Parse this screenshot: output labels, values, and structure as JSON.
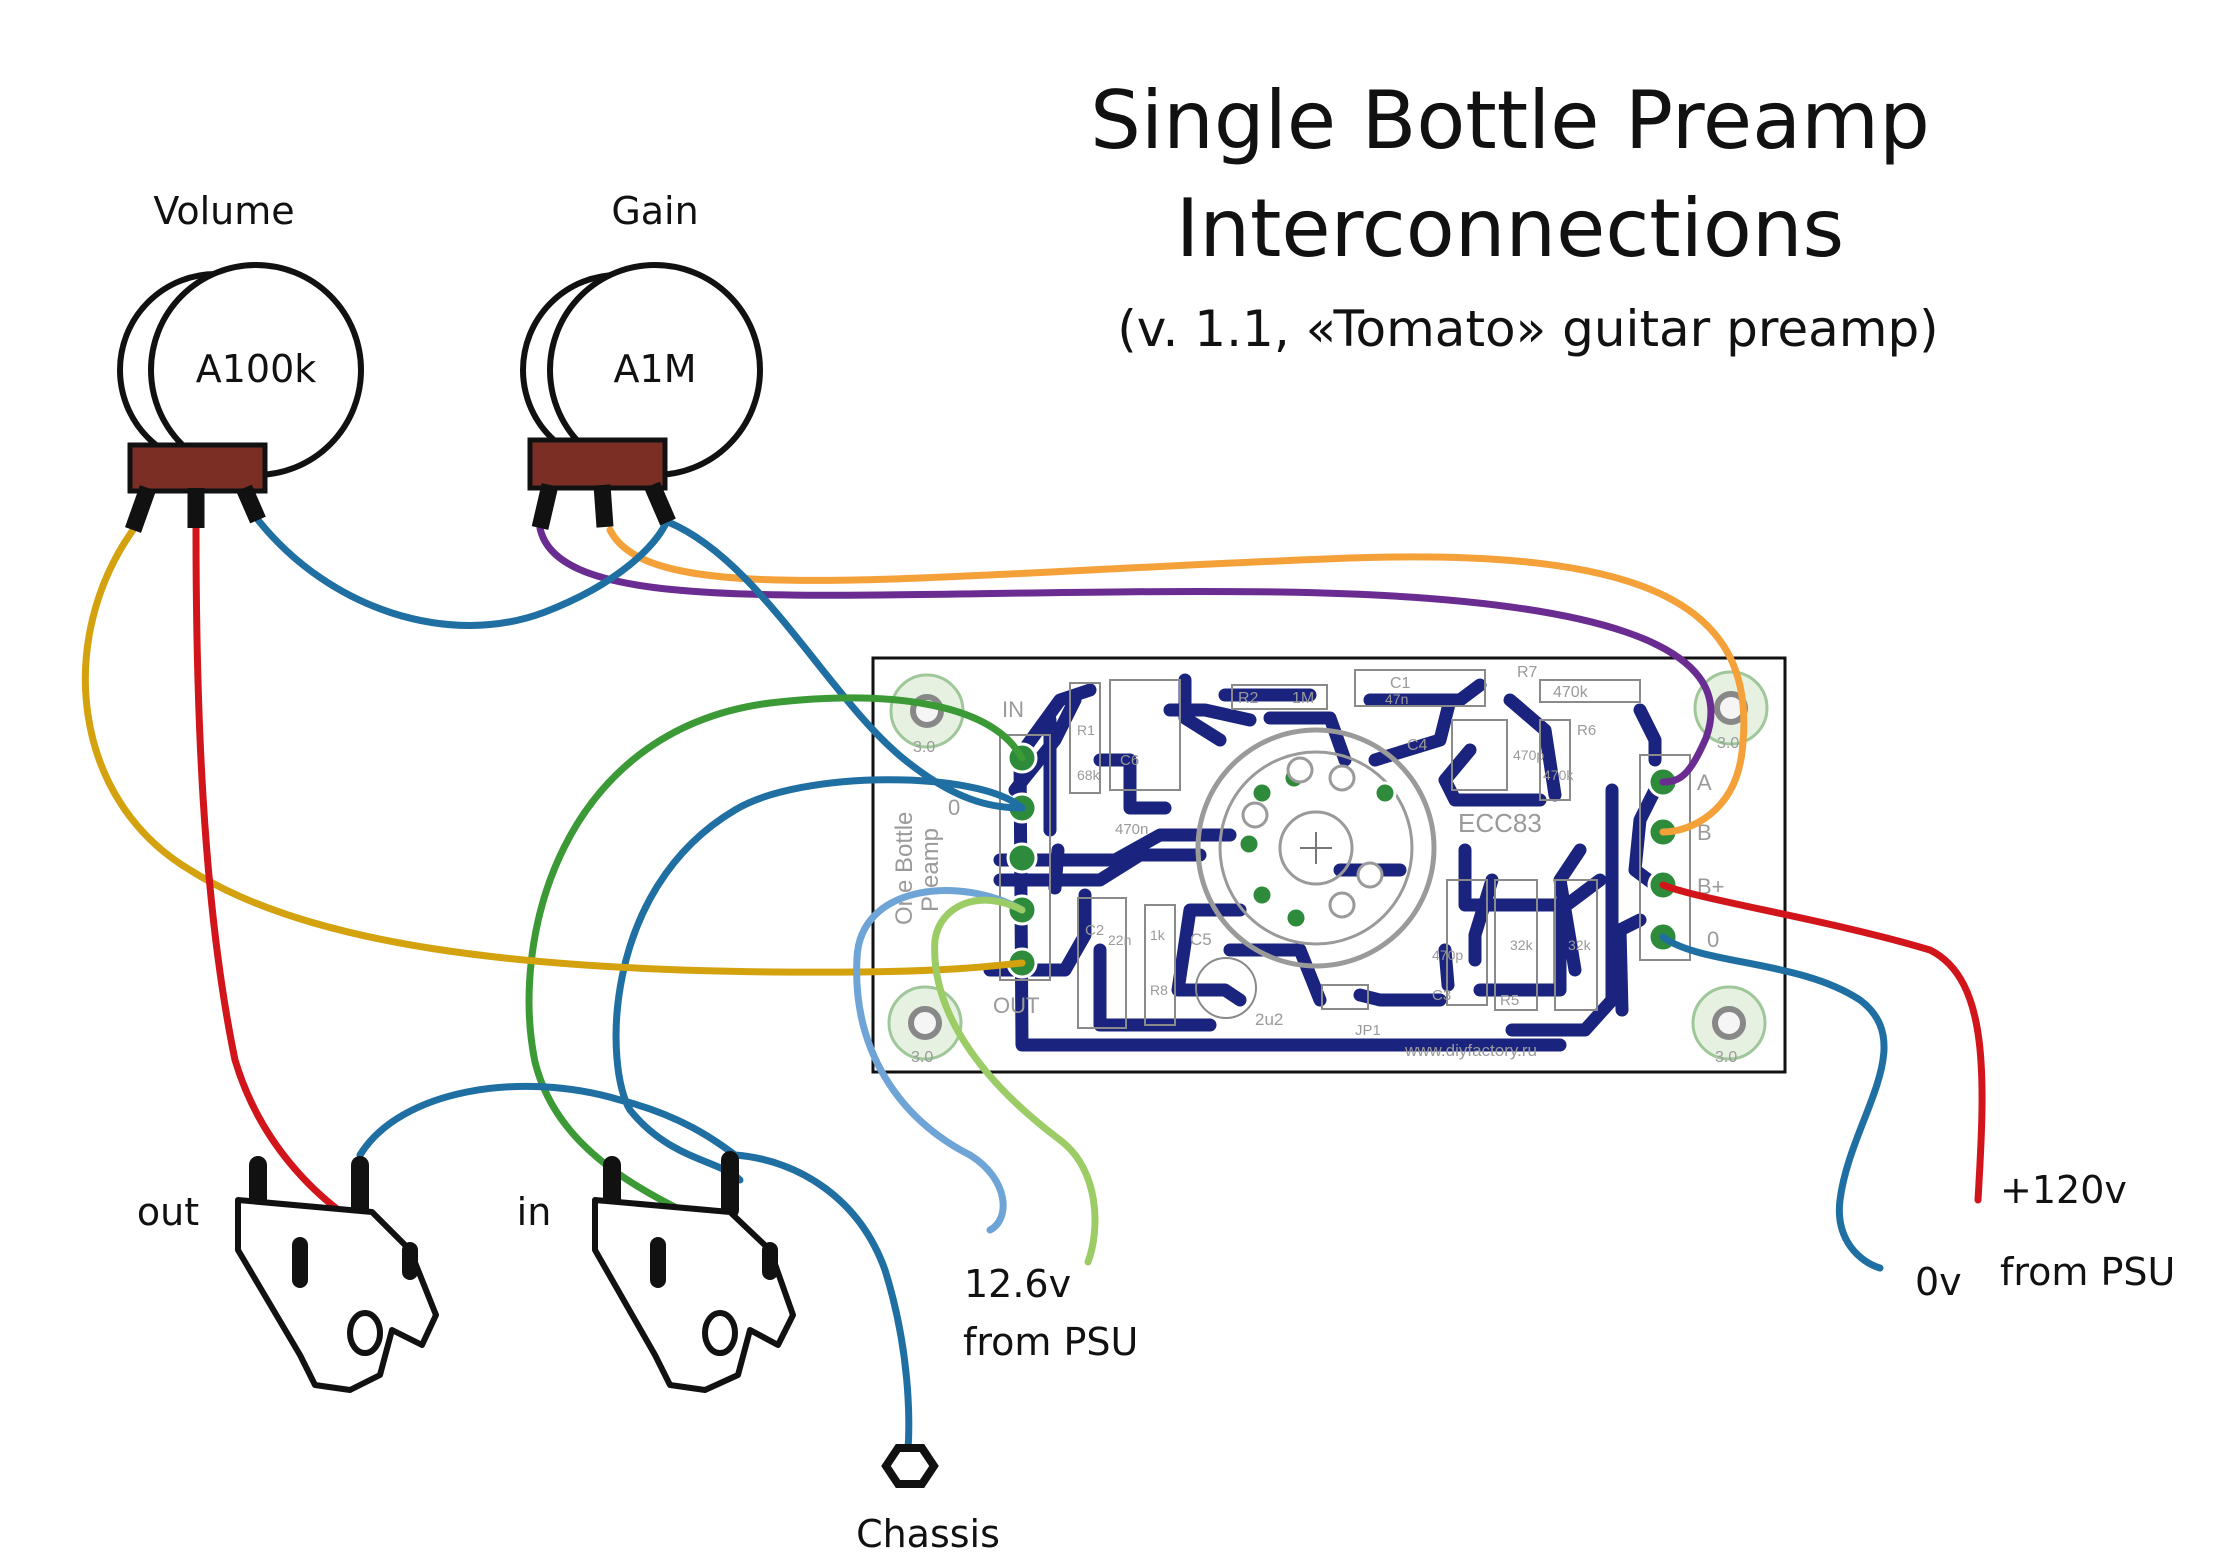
{
  "title": {
    "line1": "Single Bottle Preamp",
    "line2": "Interconnections",
    "subtitle": "(v. 1.1, «Tomato» guitar preamp)"
  },
  "pots": [
    {
      "caption": "Volume",
      "value": "A100k"
    },
    {
      "caption": "Gain",
      "value": "A1M"
    }
  ],
  "jacks": [
    {
      "caption": "out"
    },
    {
      "caption": "in"
    }
  ],
  "board": {
    "name_line1": "One Bottle",
    "name_line2": "Preamp",
    "left_labels": {
      "in": "IN",
      "zero": "0",
      "out": "OUT"
    },
    "right_labels": {
      "a": "A",
      "b": "B",
      "bplus": "B+",
      "zero": "0"
    },
    "tube": "ECC83",
    "website": "www.diyfactory.ru",
    "mount_hole": "3.0",
    "components": {
      "r1": "R1",
      "r1_val": "68k",
      "r2": "R2",
      "r2_val": "1M",
      "c1": "C1",
      "c1_val": "47n",
      "r7": "R7",
      "r7_val": "470k",
      "c6": "C6",
      "c6_val": "470n",
      "c4": "C4",
      "c4_val": "470p",
      "r6": "R6",
      "r6_val": "470k",
      "c2": "C2",
      "c2_val": "22n",
      "r8": "R8",
      "r8_val": "1k",
      "c5": "C5",
      "c5_val": "2u2",
      "jp1": "JP1",
      "c3": "C3",
      "c3_val": "470p",
      "r5": "R5",
      "r4_val": "32k",
      "r3_val": "32k"
    }
  },
  "labels": {
    "psu_126": "12.6v",
    "from_psu_left": "from PSU",
    "plus120": "+120v",
    "zero_v": "0v",
    "from_psu_right": "from PSU",
    "chassis": "Chassis"
  },
  "colors": {
    "orange": "#f5a13a",
    "purple": "#6a2c91",
    "blue": "#1f6fa3",
    "red": "#d2151b",
    "mustard": "#d4a20e",
    "green": "#3b9a36",
    "light_blue": "#6ea4d6",
    "light_green": "#9ccc65",
    "trace": "#1a237e",
    "pad": "#2e8b3c",
    "pot_base": "#7a2e24"
  }
}
